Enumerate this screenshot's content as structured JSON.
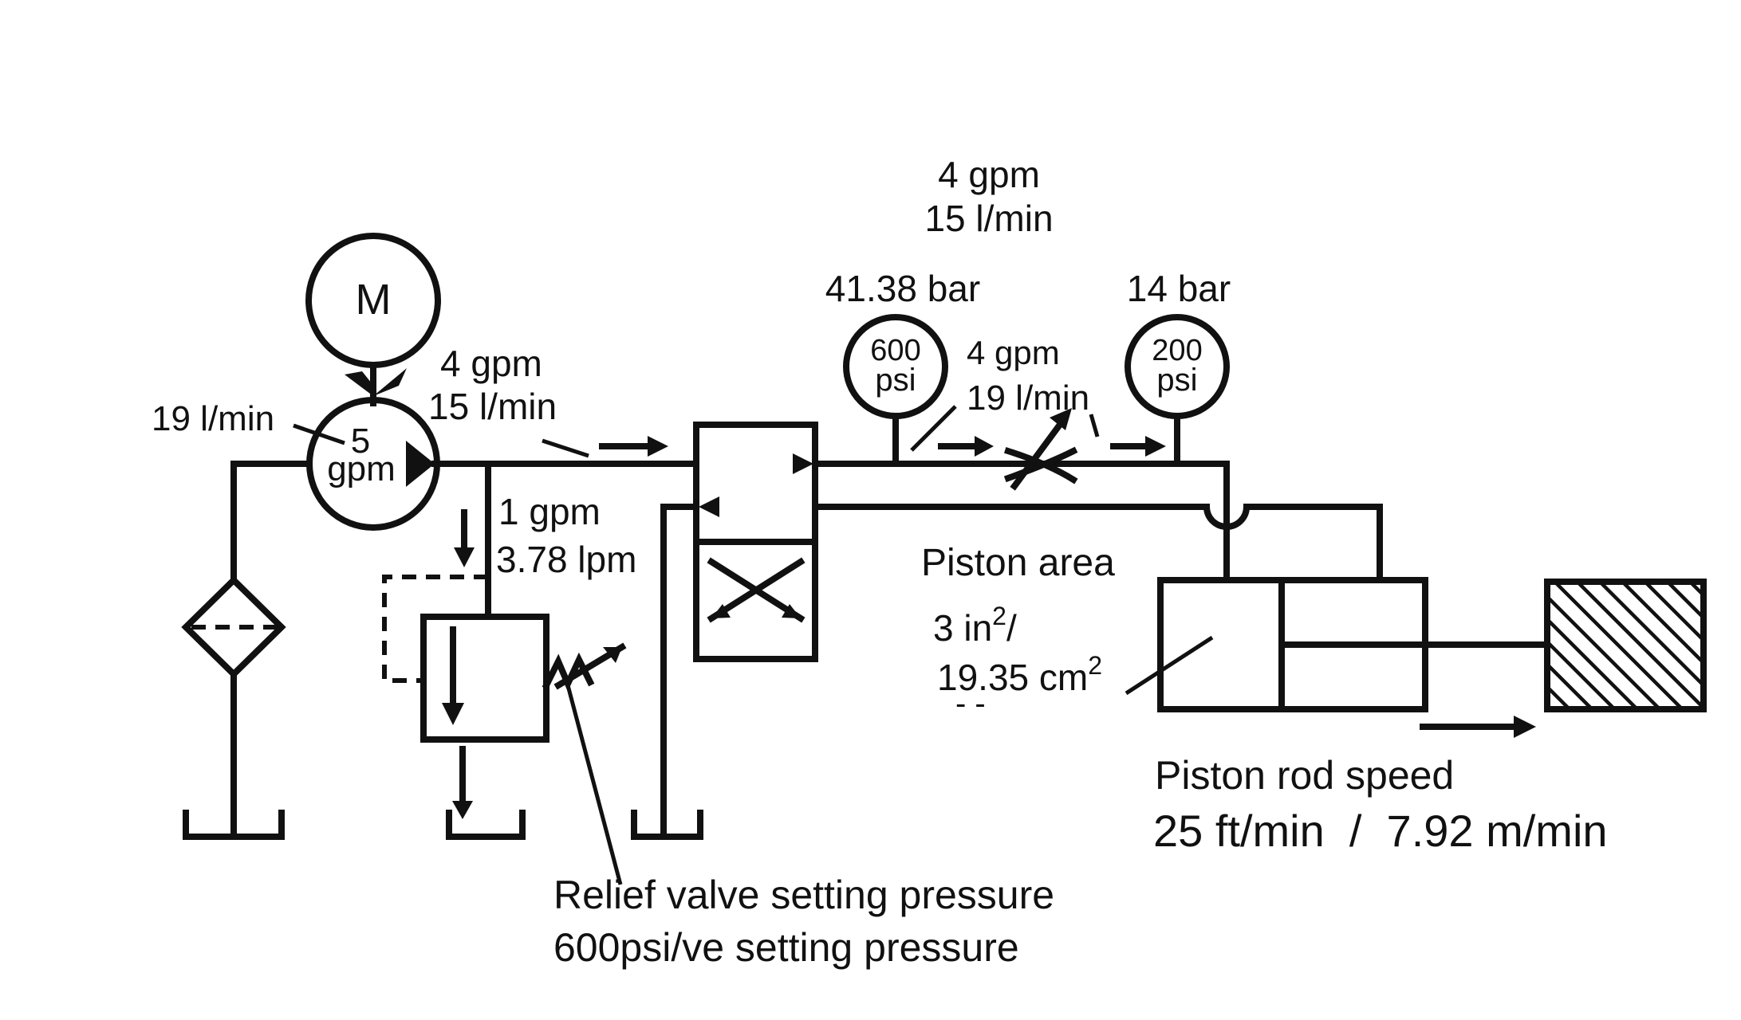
{
  "motor": {
    "symbol": "M"
  },
  "pump": {
    "flow_line1": "5",
    "flow_line2": "gpm",
    "flow_metric": "19 l/min"
  },
  "pump_outlet": {
    "flow_imperial": "4 gpm",
    "flow_metric": "15 l/min"
  },
  "top_flow": {
    "flow_imperial": "4 gpm",
    "flow_metric": "15 l/min"
  },
  "relief_branch": {
    "flow_imperial": "1 gpm",
    "flow_metric": "3.78 lpm"
  },
  "gauge_1": {
    "pressure_bar": "41.38 bar",
    "psi_value": "600",
    "psi_unit": "psi"
  },
  "gauge_2": {
    "pressure_bar": "14 bar",
    "psi_value": "200",
    "psi_unit": "psi"
  },
  "throttle": {
    "flow_imperial": "4 gpm",
    "flow_metric": "19 l/min"
  },
  "piston": {
    "area_label": "Piston area",
    "area_imperial_value": "3 in",
    "area_imperial_sup": "2",
    "area_imperial_sep": "/",
    "area_metric_value": "19.35 cm",
    "area_metric_sup": "2",
    "area_tail": "- -"
  },
  "rod_speed": {
    "label": "Piston rod speed",
    "value": "25 ft/min  /  7.92 m/min"
  },
  "relief_valve": {
    "label_line1": "Relief valve setting pressure",
    "label_line2": "600psi/ve setting pressure"
  }
}
